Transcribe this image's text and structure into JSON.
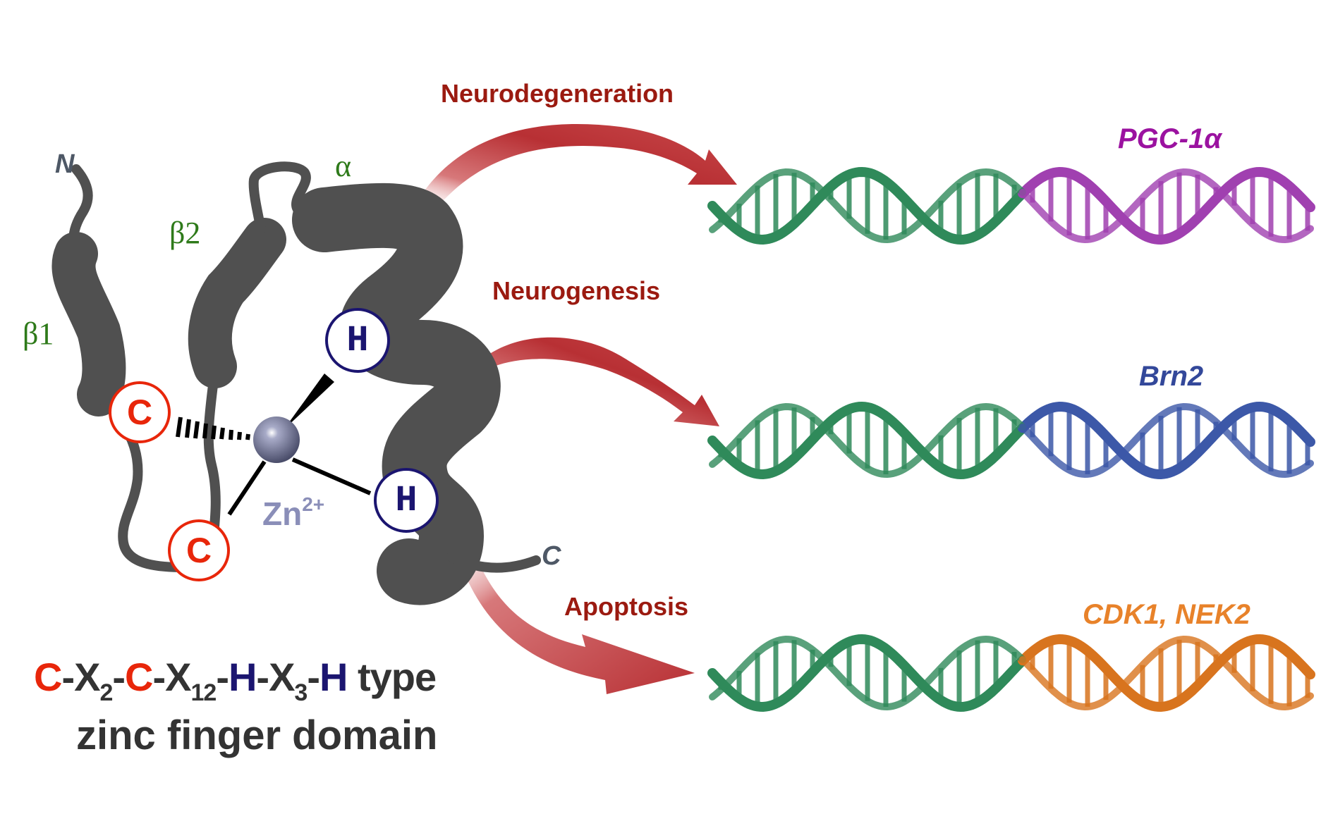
{
  "protein": {
    "n_terminus": "N",
    "c_terminus": "C",
    "secondary_structure": {
      "beta1": "β1",
      "beta2": "β2",
      "alpha": "α"
    },
    "residues": [
      {
        "name": "cysteine-1",
        "letter": "C",
        "color": "#e8260a"
      },
      {
        "name": "cysteine-2",
        "letter": "C",
        "color": "#e8260a"
      },
      {
        "name": "histidine-1",
        "letter": "H",
        "color": "#1b1570"
      },
      {
        "name": "histidine-2",
        "letter": "H",
        "color": "#1b1570"
      }
    ],
    "ion": {
      "symbol": "Zn",
      "charge": "2+",
      "color": "#8a8eb8"
    },
    "ribbon_color": "#505050"
  },
  "motif": {
    "parts": [
      {
        "text": "C",
        "color": "#e8260a"
      },
      {
        "text": "-X",
        "color": "#333333"
      },
      {
        "sub": "2"
      },
      {
        "text": "-",
        "color": "#333333"
      },
      {
        "text": "C",
        "color": "#e8260a"
      },
      {
        "text": "-X",
        "color": "#333333"
      },
      {
        "sub": "12"
      },
      {
        "text": "-",
        "color": "#333333"
      },
      {
        "text": "H",
        "color": "#1b1570"
      },
      {
        "text": "-X",
        "color": "#333333"
      },
      {
        "sub": "3"
      },
      {
        "text": "-",
        "color": "#333333"
      },
      {
        "text": "H",
        "color": "#1b1570"
      },
      {
        "text": " type",
        "color": "#333333"
      }
    ],
    "caption": "zinc finger domain"
  },
  "pathways": [
    {
      "label": "Neurodegeneration",
      "gene": "PGC-1α",
      "gene_color": "#9b12a0",
      "dna_color": "#a040b0"
    },
    {
      "label": "Neurogenesis",
      "gene": "Brn2",
      "gene_color": "#33489a",
      "dna_color": "#3c58a8"
    },
    {
      "label": "Apoptosis",
      "gene": "CDK1, NEK2",
      "gene_color": "#e8822a",
      "dna_color": "#d8741e"
    }
  ],
  "colors": {
    "pathway_label": "#9b1a10",
    "arrow": "#c0393b",
    "dna_base": "#2f8a5a"
  }
}
